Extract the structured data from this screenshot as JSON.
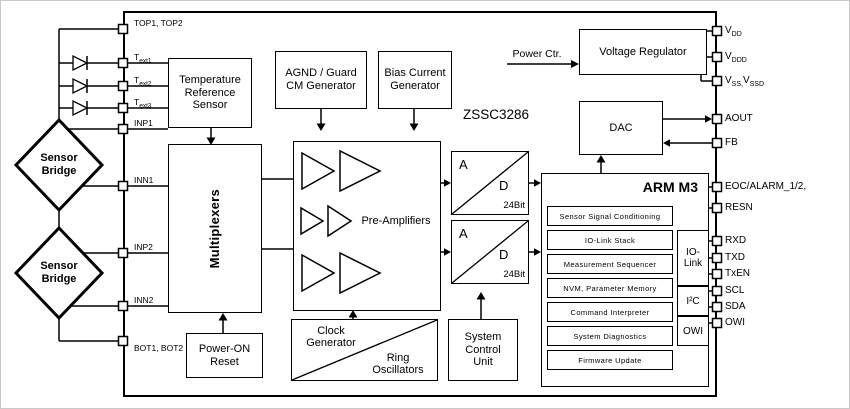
{
  "diagram": {
    "part_number": "ZSSC3286",
    "blocks": {
      "temp_sensor": "Temperature Reference Sensor",
      "agnd": "AGND / Guard CM Generator",
      "bias": "Bias Current Generator",
      "multiplexers": "Multiplexers",
      "preamp": "Pre-Amplifiers",
      "adc": {
        "a": "A",
        "d": "D",
        "bits": "24Bit"
      },
      "por": "Power-ON Reset",
      "clock_top": "Clock Generator",
      "clock_bottom": "Ring Oscillators",
      "scu": "System Control Unit",
      "vreg": "Voltage Regulator",
      "power_ctr": "Power Ctr.",
      "dac": "DAC"
    },
    "arm": {
      "title": "ARM M3",
      "modules": [
        "Sensor Signal Conditioning",
        "IO-Link Stack",
        "Measurement Sequencer",
        "NVM, Parameter Memory",
        "Command Interpreter",
        "System Diagnostics",
        "Firmware Update"
      ],
      "interfaces": {
        "iolink_1": "IO-",
        "iolink_2": "Link",
        "i2c": "I²C",
        "owi": "OWI"
      }
    },
    "external": {
      "bridge_line1": "Sensor",
      "bridge_line2": "Bridge"
    },
    "left_pins": {
      "top": "TOP1, TOP2",
      "text1_base": "T",
      "text1_sub": "ext1",
      "text2_base": "T",
      "text2_sub": "ext2",
      "text3_base": "T",
      "text3_sub": "ext3",
      "inp1": "INP1",
      "inn1": "INN1",
      "inp2": "INP2",
      "inn2": "INN2",
      "bot": "BOT1, BOT2"
    },
    "right_pins": {
      "vdd_base": "V",
      "vdd_sub": "DD",
      "vddd_base": "V",
      "vddd_sub": "DDD",
      "vss_base1": "V",
      "vss_sub1": "SS,",
      "vss_base2": "V",
      "vss_sub2": "SSD",
      "aout": "AOUT",
      "fb": "FB",
      "eoc": "EOC/ALARM_1/2,",
      "resn": "RESN",
      "rxd": "RXD",
      "txd": "TXD",
      "txen": "TxEN",
      "scl": "SCL",
      "sda": "SDA",
      "owi": "OWI"
    }
  }
}
